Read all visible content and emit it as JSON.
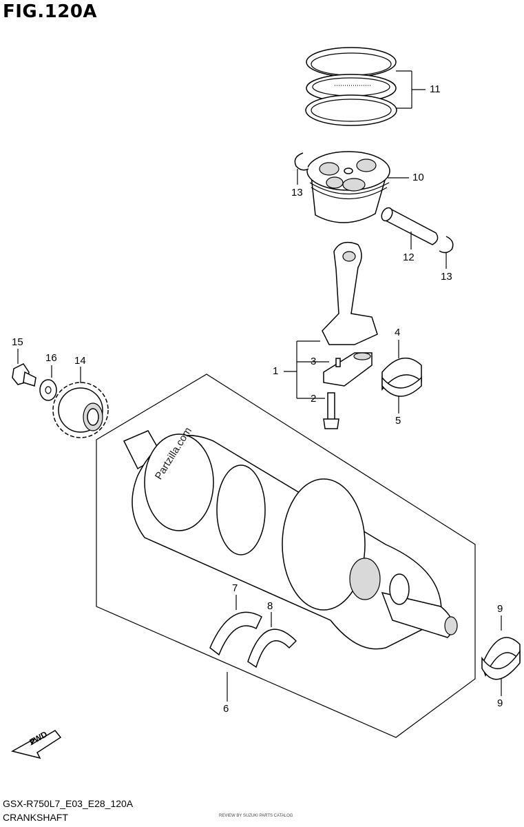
{
  "figure": {
    "title": "FIG.120A",
    "model_code": "GSX-R750L7_E03_E28_120A",
    "section_name": "CRANKSHAFT",
    "fwd_label": "FWD",
    "watermark": "Partzilla.com",
    "fine_print": "REVIEW BY SUZUKI PARTS CATALOG"
  },
  "callouts": [
    {
      "id": "c11",
      "text": "11"
    },
    {
      "id": "c10",
      "text": "10"
    },
    {
      "id": "c13a",
      "text": "13"
    },
    {
      "id": "c12",
      "text": "12"
    },
    {
      "id": "c13b",
      "text": "13"
    },
    {
      "id": "c15",
      "text": "15"
    },
    {
      "id": "c16",
      "text": "16"
    },
    {
      "id": "c14",
      "text": "14"
    },
    {
      "id": "c4",
      "text": "4"
    },
    {
      "id": "c1",
      "text": "1"
    },
    {
      "id": "c3",
      "text": "3"
    },
    {
      "id": "c2",
      "text": "2"
    },
    {
      "id": "c5",
      "text": "5"
    },
    {
      "id": "c7",
      "text": "7"
    },
    {
      "id": "c8",
      "text": "8"
    },
    {
      "id": "c6",
      "text": "6"
    },
    {
      "id": "c9a",
      "text": "9"
    },
    {
      "id": "c9b",
      "text": "9"
    }
  ]
}
